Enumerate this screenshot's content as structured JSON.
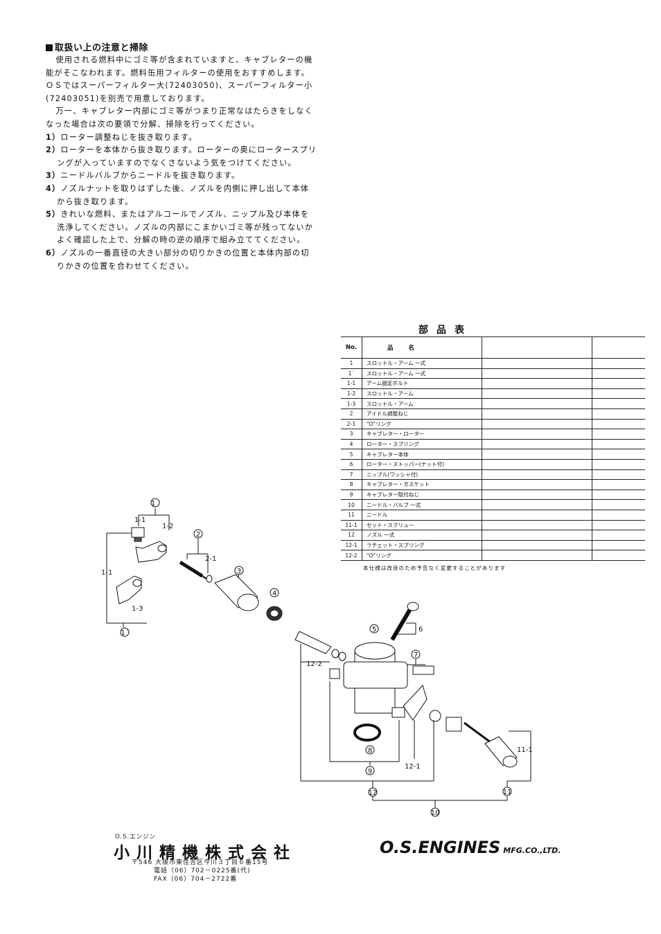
{
  "notice": {
    "title": "取扱い上の注意と掃除",
    "intro_1": "使用される燃料中にゴミ等が含まれていますと、キャブレターの機能がそこなわれます。燃料缶用フィルターの使用をおすすめします。ＯＳではスーパーフィルター大(72403050)、スーパーフィルター小(72403051)を別売で用意しております。",
    "intro_2": "万一、キャブレター内部にゴミ等がつまり正常なはたらきをしなくなった場合は次の要領で分解、掃除を行ってください。",
    "steps": [
      {
        "num": "1）",
        "text": "ローター調整ねじを抜き取ります。"
      },
      {
        "num": "2）",
        "text": "ローターを本体から抜き取ります。ローターの奥にロータースプリングが入っていますのでなくさないよう気をつけてください。"
      },
      {
        "num": "3）",
        "text": "ニードルバルブからニードルを抜き取ります。"
      },
      {
        "num": "4）",
        "text": "ノズルナットを取りはずした後、ノズルを内側に押し出して本体から抜き取ります。"
      },
      {
        "num": "5）",
        "text": "きれいな燃料、またはアルコールでノズル、ニップル及び本体を洗浄してください。ノズルの内部にこまかいゴミ等が残ってないかよく確認した上で、分解の時の逆の順序で組み立ててください。"
      },
      {
        "num": "6）",
        "text": "ノズルの一番直径の大きい部分の切りかきの位置と本体内部の切りかきの位置を合わせてください。"
      }
    ]
  },
  "parts_table": {
    "title": "部品表",
    "header_no": "No.",
    "header_name": "品名",
    "rows": [
      {
        "no": "1",
        "name": "スロットル・アーム 一式"
      },
      {
        "no": "1´",
        "name": "スロットル・アーム 一式"
      },
      {
        "no": "1-1",
        "name": "アーム固定ボルト"
      },
      {
        "no": "1-2",
        "name": "スロットル・アーム"
      },
      {
        "no": "1-3",
        "name": "スロットル・アーム"
      },
      {
        "no": "2",
        "name": "アイドル調整ねじ"
      },
      {
        "no": "2-1",
        "name": "\"O\"リング"
      },
      {
        "no": "3",
        "name": "キャブレター・ローター"
      },
      {
        "no": "4",
        "name": "ローター・スプリング"
      },
      {
        "no": "5",
        "name": "キャブレター本体"
      },
      {
        "no": "6",
        "name": "ローター・ストッパー(ナット付)"
      },
      {
        "no": "7",
        "name": "ニップル(ワッシャ付)"
      },
      {
        "no": "8",
        "name": "キャブレター・ガスケット"
      },
      {
        "no": "9",
        "name": "キャブレター取付ねじ"
      },
      {
        "no": "10",
        "name": "ニードル・バルブ 一式"
      },
      {
        "no": "11",
        "name": "ニードル"
      },
      {
        "no": "11-1",
        "name": "セット・スクリュー"
      },
      {
        "no": "12",
        "name": "ノズル 一式"
      },
      {
        "no": "12-1",
        "name": "ラチェット・スプリング"
      },
      {
        "no": "12-2",
        "name": "\"O\"リング"
      }
    ],
    "note": "本仕様は改良のため予告なく変更することがあります"
  },
  "diagram_labels": {
    "p1": "1",
    "p1_1": "1-1",
    "p1_2": "1-2",
    "p1_outer": "1-1",
    "p1_3": "1-3",
    "p1prime": "1´",
    "p2": "2",
    "p2_1": "2-1",
    "p3": "3",
    "p4": "4",
    "p5": "5",
    "p6": "6",
    "p7": "7",
    "p8": "8",
    "p9": "9",
    "p10": "10",
    "p11": "11",
    "p11_1": "11-1",
    "p12": "12",
    "p12_1": "12-1",
    "p12_2": "12-2"
  },
  "footer": {
    "brand_small": "O.S.エンジン",
    "company_jp": "小川精機株式会社",
    "address": "〒546 大阪市東住吉区今川３丁目６番15号",
    "tel": "電話（06）702－0225番(代)",
    "fax": "FAX（06）704－2722番",
    "logo_main": "O.S.ENGINES",
    "logo_sub": "MFG.CO.,LTD."
  }
}
